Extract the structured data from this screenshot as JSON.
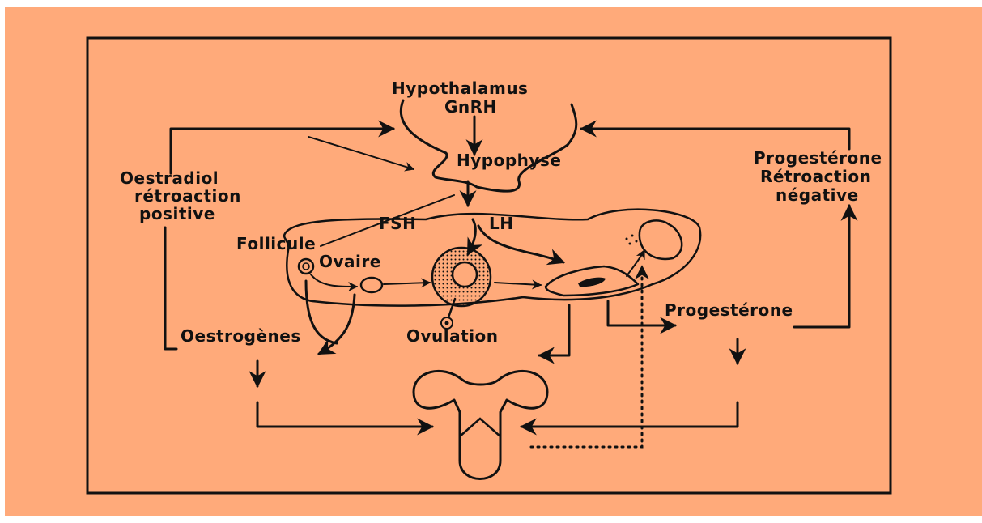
{
  "colors": {
    "background": "#FFAA7A",
    "ink": "#111111"
  },
  "labels": {
    "hypothalamus": "Hypothalamus",
    "gnrh": "GnRH",
    "hypophyse": "Hypophyse",
    "oestradiol_1": "Oestradiol",
    "oestradiol_2": "rétroaction",
    "oestradiol_3": "positive",
    "progesterone_top": "Progestérone",
    "retroaction_top": "Rétroaction",
    "negative_top": "négative",
    "fsh": "FSH",
    "lh": "LH",
    "follicule": "Follicule",
    "ovaire": "Ovaire",
    "ovulation": "Ovulation",
    "oestrogenes": "Oestrogènes",
    "progesterone_bottom": "Progestérone"
  }
}
